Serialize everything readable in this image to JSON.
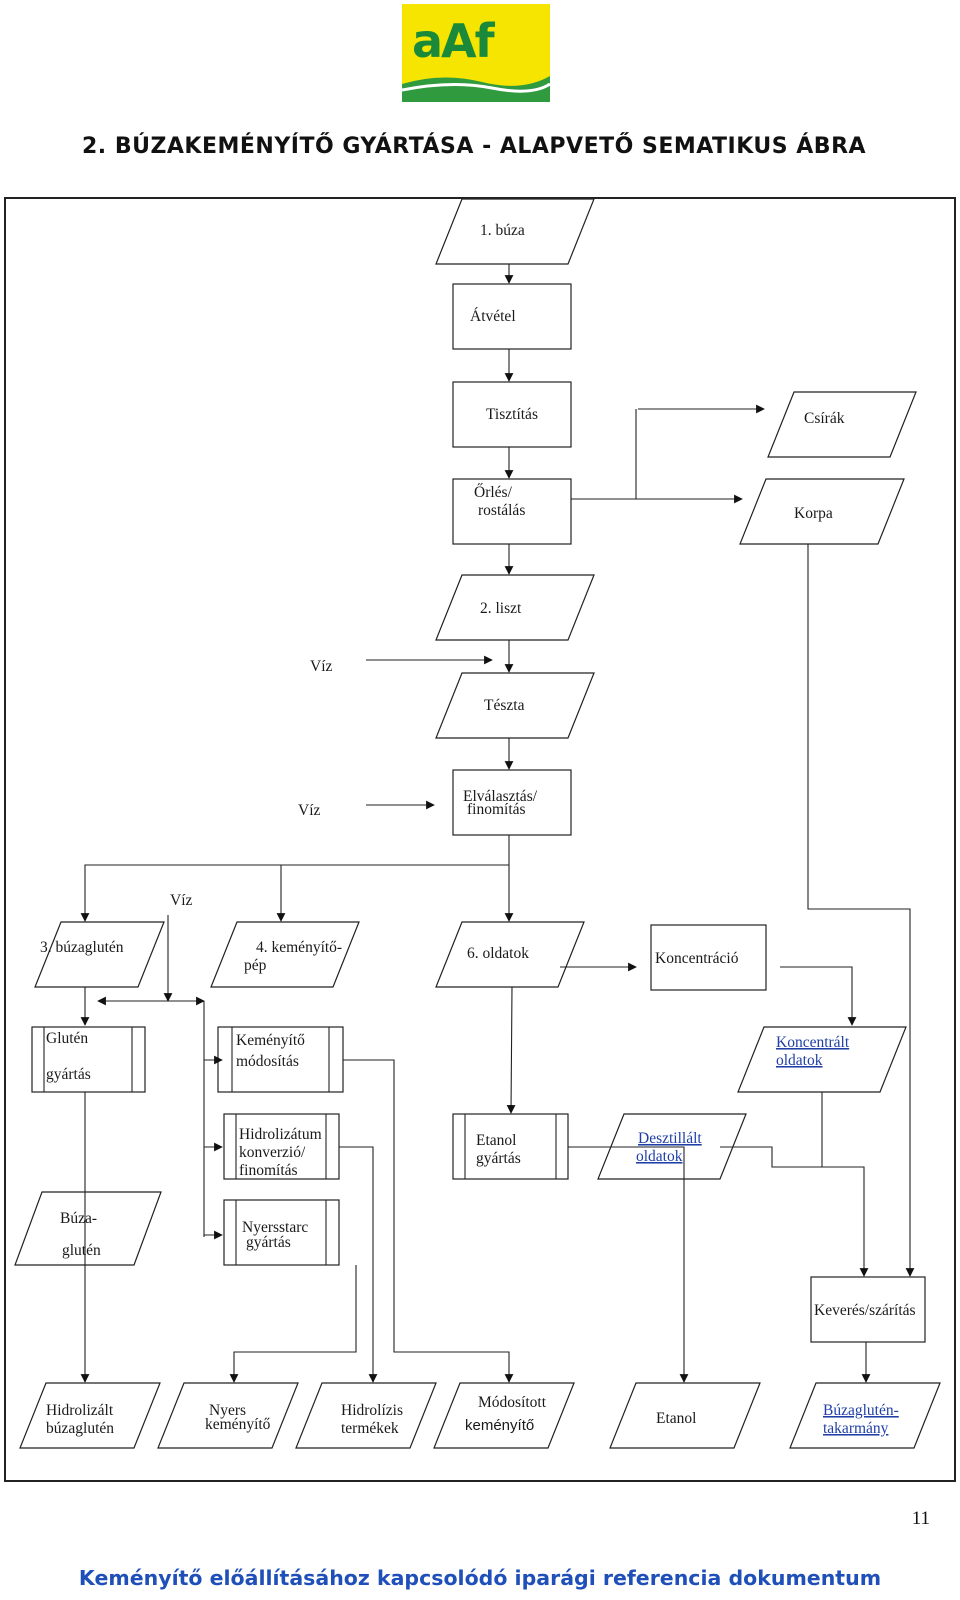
{
  "logo": {
    "text": "aAf"
  },
  "heading": "2. BÚZAKEMÉNYÍTŐ GYÁRTÁSA - ALAPVETŐ SEMATIKUS ÁBRA",
  "diagram": {
    "nodes": {
      "buza": "1. búza",
      "atvetel": "Átvétel",
      "tisztitas": "Tisztítás",
      "csirak": "Csírák",
      "orles_1": "Őrlés/",
      "orles_2": "rostálás",
      "korpa": "Korpa",
      "liszt": "2. liszt",
      "viz_1": "Víz",
      "teszta": "Tészta",
      "viz_2": "Víz",
      "elvalasztas_1": "Elválasztás/",
      "elvalasztas_2": "finomítás",
      "viz_3": "Víz",
      "buzaglut": "3. búzaglutén",
      "kemenyito_pep_1": "4. keményítő-",
      "kemenyito_pep_2": "pép",
      "oldatok": "6. oldatok",
      "koncentracio": "Koncentráció",
      "gluten_gy_1": "Glutén",
      "gluten_gy_2": "gyártás",
      "kem_mod_1": "Keményítő",
      "kem_mod_2": "módosítás",
      "konc_old_1": "Koncentrált",
      "konc_old_2": "oldatok",
      "hidrolizatum_1": "Hidrolizátum",
      "hidrolizatum_2": "konverzió/",
      "hidrolizatum_3": "finomítás",
      "etanol_gy_1": "Etanol",
      "etanol_gy_2": "gyártás",
      "deszt_1": "Desztillált",
      "deszt_2": "oldatok",
      "buza_gluten_1": "Búza-",
      "buza_gluten_2": "glutén",
      "nyersstarc_1": "Nyersstarc",
      "nyersstarc_2": "gyártás",
      "keveres": "Keverés/szárítás",
      "out1_1": "Hidrolizált",
      "out1_2": "búzaglutén",
      "out2_1": "Nyers",
      "out2_2": "keményítő",
      "out3_1": "Hidrolízis",
      "out3_2": "termékek",
      "out4_1": "Módosított",
      "out4_2": "keményítő",
      "out5": "Etanol",
      "out6_1": "Búzaglutén-",
      "out6_2": "takarmány"
    }
  },
  "page_number": "11",
  "footer": "Keményítő előállításához kapcsolódó iparági referencia dokumentum"
}
